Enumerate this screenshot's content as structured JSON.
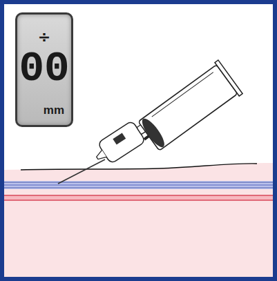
{
  "diagram": {
    "nodes": [
      {
        "text": [
          "÷",
          "00",
          "mm"
        ]
      }
    ]
  }
}
